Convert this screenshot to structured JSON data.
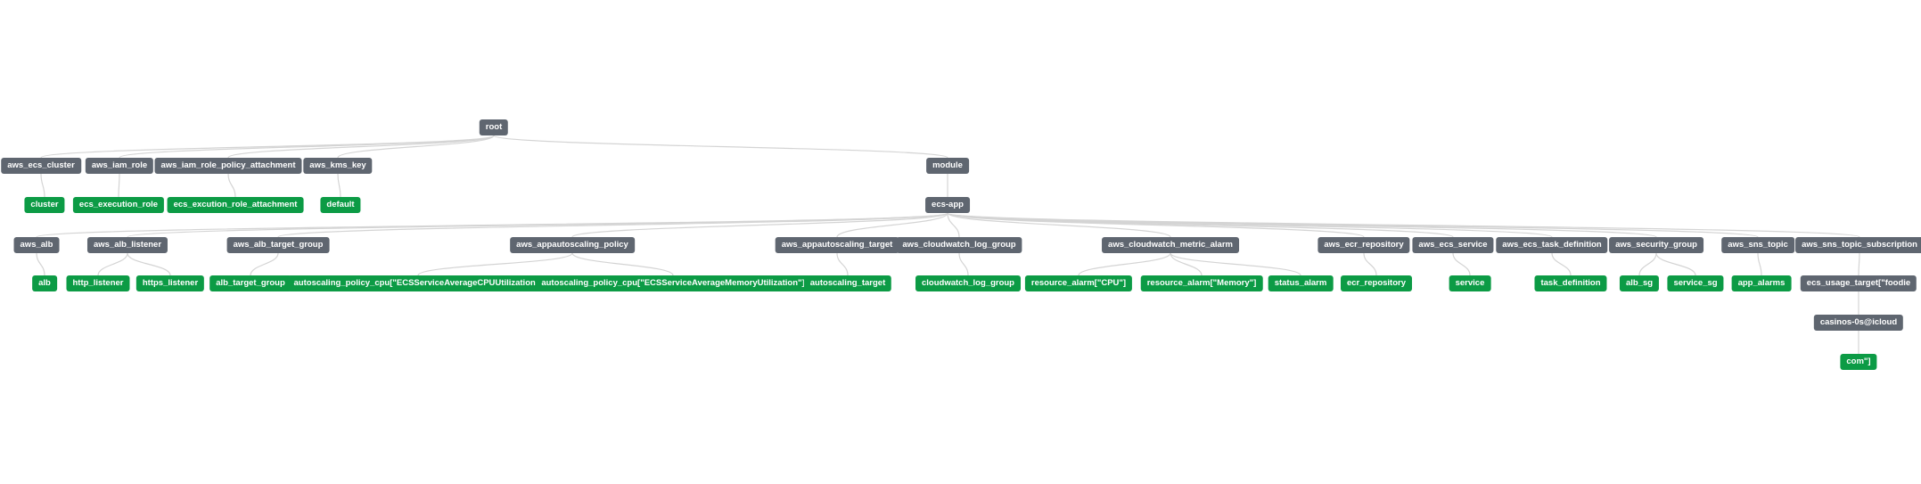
{
  "colors": {
    "resource_node": "#5f6670",
    "instance_node": "#0c9b45",
    "edge": "#d4d4d4",
    "node_text": "#ffffff"
  },
  "nodes": [
    {
      "id": "root",
      "label": "root",
      "kind": "resource",
      "parent": null
    },
    {
      "id": "aws_ecs_cluster",
      "label": "aws_ecs_cluster",
      "kind": "resource",
      "parent": "root"
    },
    {
      "id": "aws_iam_role",
      "label": "aws_iam_role",
      "kind": "resource",
      "parent": "root"
    },
    {
      "id": "aws_iam_role_policy_attachment",
      "label": "aws_iam_role_policy_attachment",
      "kind": "resource",
      "parent": "root"
    },
    {
      "id": "aws_kms_key",
      "label": "aws_kms_key",
      "kind": "resource",
      "parent": "root"
    },
    {
      "id": "module",
      "label": "module",
      "kind": "resource",
      "parent": "root"
    },
    {
      "id": "cluster",
      "label": "cluster",
      "kind": "instance",
      "parent": "aws_ecs_cluster"
    },
    {
      "id": "ecs_execution_role",
      "label": "ecs_execution_role",
      "kind": "instance",
      "parent": "aws_iam_role"
    },
    {
      "id": "ecs_excution_role_attachment",
      "label": "ecs_excution_role_attachment",
      "kind": "instance",
      "parent": "aws_iam_role_policy_attachment"
    },
    {
      "id": "default",
      "label": "default",
      "kind": "instance",
      "parent": "aws_kms_key"
    },
    {
      "id": "ecs-app",
      "label": "ecs-app",
      "kind": "resource",
      "parent": "module"
    },
    {
      "id": "aws_alb",
      "label": "aws_alb",
      "kind": "resource",
      "parent": "ecs-app"
    },
    {
      "id": "aws_alb_listener",
      "label": "aws_alb_listener",
      "kind": "resource",
      "parent": "ecs-app"
    },
    {
      "id": "aws_alb_target_group",
      "label": "aws_alb_target_group",
      "kind": "resource",
      "parent": "ecs-app"
    },
    {
      "id": "aws_appautoscaling_policy",
      "label": "aws_appautoscaling_policy",
      "kind": "resource",
      "parent": "ecs-app"
    },
    {
      "id": "aws_appautoscaling_target",
      "label": "aws_appautoscaling_target",
      "kind": "resource",
      "parent": "ecs-app"
    },
    {
      "id": "aws_cloudwatch_log_group",
      "label": "aws_cloudwatch_log_group",
      "kind": "resource",
      "parent": "ecs-app"
    },
    {
      "id": "aws_cloudwatch_metric_alarm",
      "label": "aws_cloudwatch_metric_alarm",
      "kind": "resource",
      "parent": "ecs-app"
    },
    {
      "id": "aws_ecr_repository",
      "label": "aws_ecr_repository",
      "kind": "resource",
      "parent": "ecs-app"
    },
    {
      "id": "aws_ecs_service",
      "label": "aws_ecs_service",
      "kind": "resource",
      "parent": "ecs-app"
    },
    {
      "id": "aws_ecs_task_definition",
      "label": "aws_ecs_task_definition",
      "kind": "resource",
      "parent": "ecs-app"
    },
    {
      "id": "aws_security_group",
      "label": "aws_security_group",
      "kind": "resource",
      "parent": "ecs-app"
    },
    {
      "id": "aws_sns_topic",
      "label": "aws_sns_topic",
      "kind": "resource",
      "parent": "ecs-app"
    },
    {
      "id": "aws_sns_topic_subscription",
      "label": "aws_sns_topic_subscription",
      "kind": "resource",
      "parent": "ecs-app"
    },
    {
      "id": "alb",
      "label": "alb",
      "kind": "instance",
      "parent": "aws_alb"
    },
    {
      "id": "http_listener",
      "label": "http_listener",
      "kind": "instance",
      "parent": "aws_alb_listener"
    },
    {
      "id": "https_listener",
      "label": "https_listener",
      "kind": "instance",
      "parent": "aws_alb_listener"
    },
    {
      "id": "alb_target_group",
      "label": "alb_target_group",
      "kind": "instance",
      "parent": "aws_alb_target_group"
    },
    {
      "id": "autoscaling_policy_cpu",
      "label": "autoscaling_policy_cpu[\"ECSServiceAverageCPUUtilization\"]",
      "kind": "instance",
      "parent": "aws_appautoscaling_policy"
    },
    {
      "id": "autoscaling_policy_mem",
      "label": "autoscaling_policy_cpu[\"ECSServiceAverageMemoryUtilization\"]",
      "kind": "instance",
      "parent": "aws_appautoscaling_policy"
    },
    {
      "id": "autoscaling_target",
      "label": "autoscaling_target",
      "kind": "instance",
      "parent": "aws_appautoscaling_target"
    },
    {
      "id": "cloudwatch_log_group",
      "label": "cloudwatch_log_group",
      "kind": "instance",
      "parent": "aws_cloudwatch_log_group"
    },
    {
      "id": "resource_alarm_cpu",
      "label": "resource_alarm[\"CPU\"]",
      "kind": "instance",
      "parent": "aws_cloudwatch_metric_alarm"
    },
    {
      "id": "resource_alarm_memory",
      "label": "resource_alarm[\"Memory\"]",
      "kind": "instance",
      "parent": "aws_cloudwatch_metric_alarm"
    },
    {
      "id": "status_alarm",
      "label": "status_alarm",
      "kind": "instance",
      "parent": "aws_cloudwatch_metric_alarm"
    },
    {
      "id": "ecr_repository",
      "label": "ecr_repository",
      "kind": "instance",
      "parent": "aws_ecr_repository"
    },
    {
      "id": "service",
      "label": "service",
      "kind": "instance",
      "parent": "aws_ecs_service"
    },
    {
      "id": "task_definition",
      "label": "task_definition",
      "kind": "instance",
      "parent": "aws_ecs_task_definition"
    },
    {
      "id": "alb_sg",
      "label": "alb_sg",
      "kind": "instance",
      "parent": "aws_security_group"
    },
    {
      "id": "service_sg",
      "label": "service_sg",
      "kind": "instance",
      "parent": "aws_security_group"
    },
    {
      "id": "app_alarms",
      "label": "app_alarms",
      "kind": "instance",
      "parent": "aws_sns_topic"
    },
    {
      "id": "ecs_usage_target",
      "label": "ecs_usage_target[\"foodie",
      "kind": "resource",
      "parent": "aws_sns_topic_subscription"
    },
    {
      "id": "casinos",
      "label": "casinos-0s@icloud",
      "kind": "resource",
      "parent": "ecs_usage_target"
    },
    {
      "id": "com",
      "label": "com\"]",
      "kind": "instance",
      "parent": "casinos"
    }
  ]
}
